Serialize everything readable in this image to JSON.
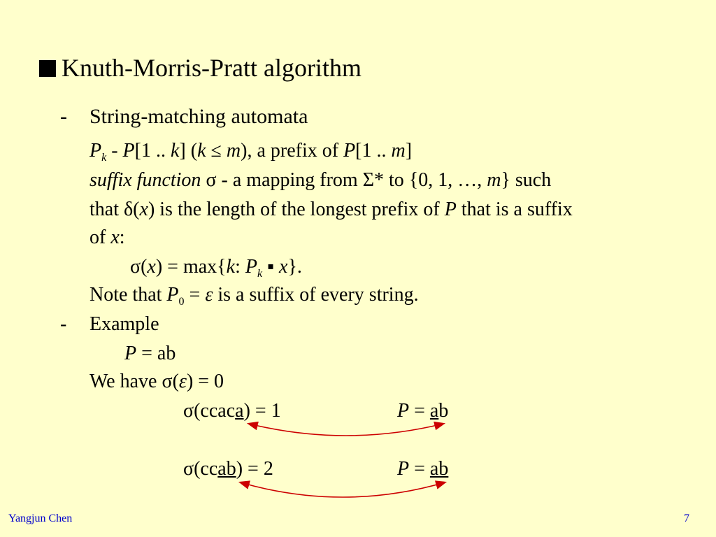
{
  "title": "Knuth-Morris-Pratt algorithm",
  "dash": "-",
  "h1": "String-matching automata",
  "l1": {
    "Pk": "P",
    "k": "k",
    "sep": " - ",
    "P": "P",
    "r1": "[1 .. ",
    "kk": "k",
    "r2": "] (",
    "k2": "k",
    "le": " ≤ ",
    "m": "m",
    "r3": "), a prefix of ",
    "P2": "P",
    "r4": "[1 .. ",
    "m2": "m",
    "r5": "]"
  },
  "l2": {
    "sf": "suffix function",
    "r1": " σ - a mapping from Σ* to {0, 1, …, ",
    "m": "m",
    "r2": "} such"
  },
  "l3": {
    "r1": "that δ(",
    "x": "x",
    "r2": ") is the length of the longest prefix of ",
    "P": "P",
    "r3": " that is a suffix"
  },
  "l4": {
    "r1": "of ",
    "x": "x",
    "r2": ":"
  },
  "l5": {
    "r1": "σ(",
    "x": "x",
    "r2": ")  = max{",
    "k": "k",
    "r3": ": ",
    "P": "P",
    "sub": "k",
    "r4": " ▪ ",
    "x2": "x",
    "r5": "}."
  },
  "l6": {
    "r1": "Note that ",
    "P": "P",
    "sub": "0",
    "r2": " = ",
    "eps": "ε",
    "r3": " is a suffix of every string."
  },
  "h2": "Example",
  "l7": {
    "P": "P",
    "r1": " = ab"
  },
  "l8": {
    "r1": "We have σ(",
    "eps": "ε",
    "r2": ") = 0"
  },
  "l9": {
    "a1": "σ(ccac",
    "a2": "a",
    "a3": ") = 1",
    "P": "P",
    "b1": " = ",
    "b2": "a",
    "b3": "b"
  },
  "l10": {
    "a1": "σ(cc",
    "a2": "ab",
    "a3": ") = 2",
    "P": "P",
    "b1": " = ",
    "b2": "ab"
  },
  "footer": {
    "author": "Yangjun Chen",
    "page": "7"
  },
  "colors": {
    "background": "#FFFFCC",
    "footer": "#0000CC",
    "arc": "#CC0000"
  }
}
